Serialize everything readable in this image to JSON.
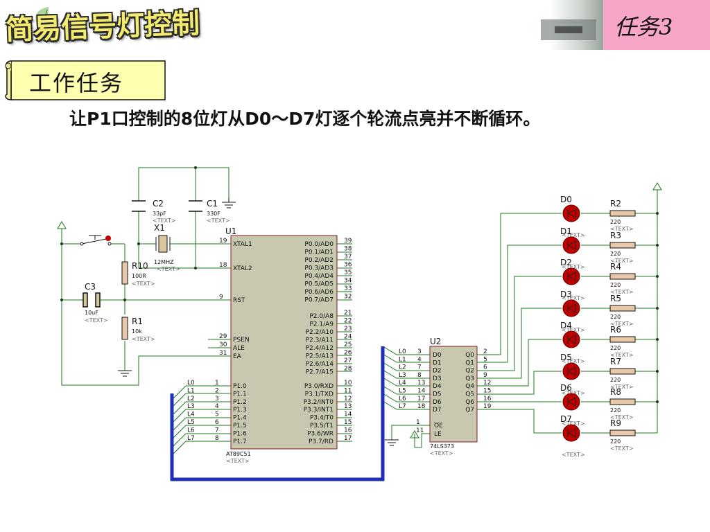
{
  "header": {
    "title": "简易信号灯控制",
    "task_badge": "任务3"
  },
  "section": {
    "label": "工作任务",
    "description": "让P1口控制的8位灯从D0～D7灯逐个轮流点亮并不断循环。"
  },
  "colors": {
    "badge": "#f8a6c8",
    "title_fill": "#f4ec6e",
    "bus": "#1f2fb8",
    "chip": "#c8c8b0",
    "led": "#c00000",
    "resistor": "#e8c8a8"
  },
  "circuit": {
    "text_placeholder": "<TEXT>",
    "caps": [
      {
        "ref": "C2",
        "value": "33pF"
      },
      {
        "ref": "C1",
        "value": "330F"
      },
      {
        "ref": "C3",
        "value": "10uF"
      }
    ],
    "crystal": {
      "ref": "X1",
      "value": "12MHZ"
    },
    "resistors_left": [
      {
        "ref": "R10",
        "value": "100R"
      },
      {
        "ref": "R1",
        "value": "10k"
      }
    ],
    "mcu": {
      "ref": "U1",
      "part": "AT89C51",
      "left_pins": [
        {
          "num": "19",
          "name": "XTAL1"
        },
        {
          "num": "18",
          "name": "XTAL2"
        },
        {
          "num": "9",
          "name": "RST"
        },
        {
          "num": "29",
          "name": "PSEN"
        },
        {
          "num": "30",
          "name": "ALE"
        },
        {
          "num": "31",
          "name": "EA"
        }
      ],
      "p1_pins": [
        {
          "num": "1",
          "name": "P1.0"
        },
        {
          "num": "2",
          "name": "P1.1"
        },
        {
          "num": "3",
          "name": "P1.2"
        },
        {
          "num": "4",
          "name": "P1.3"
        },
        {
          "num": "5",
          "name": "P1.4"
        },
        {
          "num": "6",
          "name": "P1.5"
        },
        {
          "num": "7",
          "name": "P1.6"
        },
        {
          "num": "8",
          "name": "P1.7"
        }
      ],
      "p0_pins": [
        {
          "num": "39",
          "name": "P0.0/AD0"
        },
        {
          "num": "38",
          "name": "P0.1/AD1"
        },
        {
          "num": "37",
          "name": "P0.2/AD2"
        },
        {
          "num": "36",
          "name": "P0.3/AD3"
        },
        {
          "num": "35",
          "name": "P0.4/AD4"
        },
        {
          "num": "34",
          "name": "P0.5/AD5"
        },
        {
          "num": "33",
          "name": "P0.6/AD6"
        },
        {
          "num": "32",
          "name": "P0.7/AD7"
        }
      ],
      "p2_pins": [
        {
          "num": "21",
          "name": "P2.0/A8"
        },
        {
          "num": "22",
          "name": "P2.1/A9"
        },
        {
          "num": "23",
          "name": "P2.2/A10"
        },
        {
          "num": "24",
          "name": "P2.3/A11"
        },
        {
          "num": "25",
          "name": "P2.4/A12"
        },
        {
          "num": "26",
          "name": "P2.5/A13"
        },
        {
          "num": "27",
          "name": "P2.6/A14"
        },
        {
          "num": "28",
          "name": "P2.7/A15"
        }
      ],
      "p3_pins": [
        {
          "num": "10",
          "name": "P3.0/RXD"
        },
        {
          "num": "11",
          "name": "P3.1/TXD"
        },
        {
          "num": "12",
          "name": "P3.2/INT0"
        },
        {
          "num": "13",
          "name": "P3.3/INT1"
        },
        {
          "num": "14",
          "name": "P3.4/T0"
        },
        {
          "num": "15",
          "name": "P3.5/T1"
        },
        {
          "num": "16",
          "name": "P3.6/WR"
        },
        {
          "num": "17",
          "name": "P3.7/RD"
        }
      ]
    },
    "bus_labels": [
      "L0",
      "L1",
      "L2",
      "L3",
      "L4",
      "L5",
      "L6",
      "L7"
    ],
    "latch": {
      "ref": "U2",
      "part": "74LS373",
      "d_pins": [
        {
          "num": "3",
          "name": "D0"
        },
        {
          "num": "4",
          "name": "D1"
        },
        {
          "num": "7",
          "name": "D2"
        },
        {
          "num": "8",
          "name": "D3"
        },
        {
          "num": "13",
          "name": "D4"
        },
        {
          "num": "14",
          "name": "D5"
        },
        {
          "num": "17",
          "name": "D6"
        },
        {
          "num": "18",
          "name": "D7"
        }
      ],
      "q_pins": [
        {
          "num": "2",
          "name": "Q0"
        },
        {
          "num": "5",
          "name": "Q1"
        },
        {
          "num": "6",
          "name": "Q2"
        },
        {
          "num": "9",
          "name": "Q3"
        },
        {
          "num": "12",
          "name": "Q4"
        },
        {
          "num": "15",
          "name": "Q5"
        },
        {
          "num": "16",
          "name": "Q6"
        },
        {
          "num": "19",
          "name": "Q7"
        }
      ],
      "ctrl_pins": [
        {
          "num": "1",
          "name": "OE"
        },
        {
          "num": "11",
          "name": "LE"
        }
      ]
    },
    "leds": [
      "D0",
      "D1",
      "D2",
      "D3",
      "D4",
      "D5",
      "D6",
      "D7"
    ],
    "led_resistors": [
      {
        "ref": "R2",
        "value": "220"
      },
      {
        "ref": "R3",
        "value": "220"
      },
      {
        "ref": "R4",
        "value": "220"
      },
      {
        "ref": "R5",
        "value": "220"
      },
      {
        "ref": "R6",
        "value": "220"
      },
      {
        "ref": "R7",
        "value": "220"
      },
      {
        "ref": "R8",
        "value": "220"
      },
      {
        "ref": "R9",
        "value": "220"
      }
    ]
  }
}
